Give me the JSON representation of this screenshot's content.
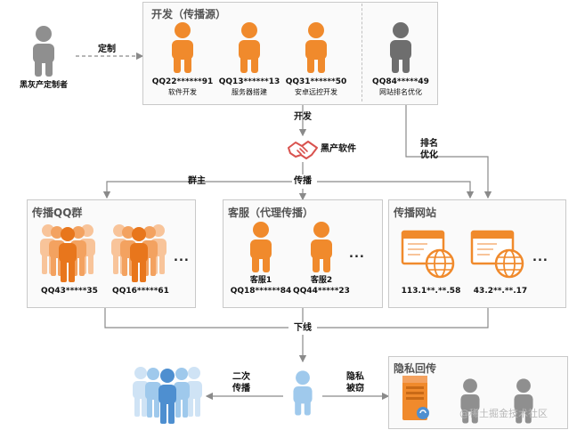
{
  "dev_box": {
    "title": "开发（传播源）",
    "devs": [
      {
        "qq": "QQ22******91",
        "role": "软件开发"
      },
      {
        "qq": "QQ13******13",
        "role": "服务器搭建"
      },
      {
        "qq": "QQ31******50",
        "role": "安卓远控开发"
      }
    ],
    "seo": {
      "qq": "QQ84*****49",
      "role": "网站排名优化"
    }
  },
  "customizer": {
    "label": "黑灰产定制者",
    "arrow_label": "定制"
  },
  "flow": {
    "develop": "开发",
    "product": "黑产软件",
    "spread": "传播",
    "group_owner": "群主",
    "rank": "排名",
    "optimize": "优化",
    "download": "下线",
    "secondary_1": "二次",
    "secondary_2": "传播",
    "privacy_1": "隐私",
    "privacy_2": "被窃"
  },
  "qq_group_box": {
    "title": "传播QQ群",
    "groups": [
      {
        "qq": "QQ43*****35"
      },
      {
        "qq": "QQ16*****61"
      }
    ],
    "more": "..."
  },
  "cs_box": {
    "title": "客服（代理传播）",
    "agents": [
      {
        "name": "客服1",
        "qq": "QQ18******84"
      },
      {
        "name": "客服2",
        "qq": "QQ44*****23"
      }
    ],
    "more": "..."
  },
  "site_box": {
    "title": "传播网站",
    "sites": [
      {
        "ip": "113.1**.**.58"
      },
      {
        "ip": "43.2**.**.17"
      }
    ],
    "more": "..."
  },
  "privacy_box": {
    "title": "隐私回传"
  },
  "watermark": "@稀土掘金技术社区",
  "colors": {
    "orange": "#f08a2c",
    "orange_light": "#f8c49a",
    "gray": "#8f8f8f",
    "gray_dark": "#6e6e6e",
    "blue_light": "#9fc9ec",
    "blue": "#4e8fd0",
    "box_border": "#c9c9c9",
    "arrow": "#8a8a8a",
    "handshake": "#d9534f"
  }
}
